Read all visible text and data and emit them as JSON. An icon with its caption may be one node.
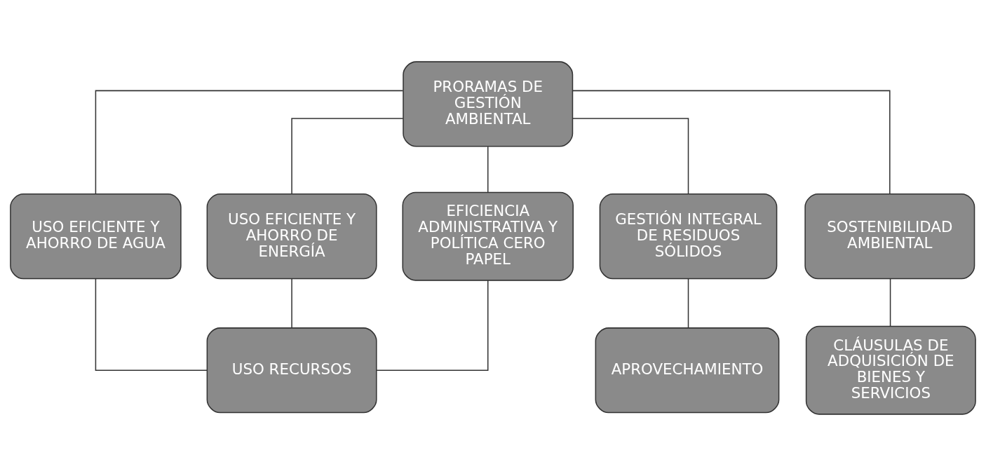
{
  "diagram": {
    "nodes": [
      {
        "text": [
          "PRORAMAS DE GESTIÓN AMBIENTAL"
        ]
      },
      {
        "text": [
          "USO EFICIENTE Y AHORRO DE AGUA"
        ]
      },
      {
        "text": [
          "USO EFICIENTE Y AHORRO DE ENERGÍA"
        ]
      },
      {
        "text": [
          "EFICIENCIA ADMINISTRATIVA Y POLÍTICA CERO PAPEL"
        ]
      },
      {
        "text": [
          "GESTIÓN INTEGRAL DE RESIDUOS SÓLIDOS"
        ]
      },
      {
        "text": [
          "SOSTENIBILIDAD AMBIENTAL"
        ]
      },
      {
        "text": [
          "USO RECURSOS"
        ]
      },
      {
        "text": [
          "APROVECHAMIENTO"
        ]
      },
      {
        "text": [
          "CLÁUSULAS DE ADQUISICIÓN DE BIENES Y SERVICIOS"
        ]
      }
    ],
    "edges": [
      {
        "from": 0,
        "to": 1,
        "arrow": "none"
      },
      {
        "from": 0,
        "to": 2,
        "arrow": "none"
      },
      {
        "from": 0,
        "to": 3,
        "arrow": "none"
      },
      {
        "from": 0,
        "to": 4,
        "arrow": "none"
      },
      {
        "from": 0,
        "to": 5,
        "arrow": "none"
      },
      {
        "from": 1,
        "to": 6,
        "arrow": "none"
      },
      {
        "from": 2,
        "to": 6,
        "arrow": "none"
      },
      {
        "from": 3,
        "to": 6,
        "arrow": "none"
      },
      {
        "from": 4,
        "to": 7,
        "arrow": "none"
      },
      {
        "from": 5,
        "to": 8,
        "arrow": "none"
      }
    ]
  }
}
